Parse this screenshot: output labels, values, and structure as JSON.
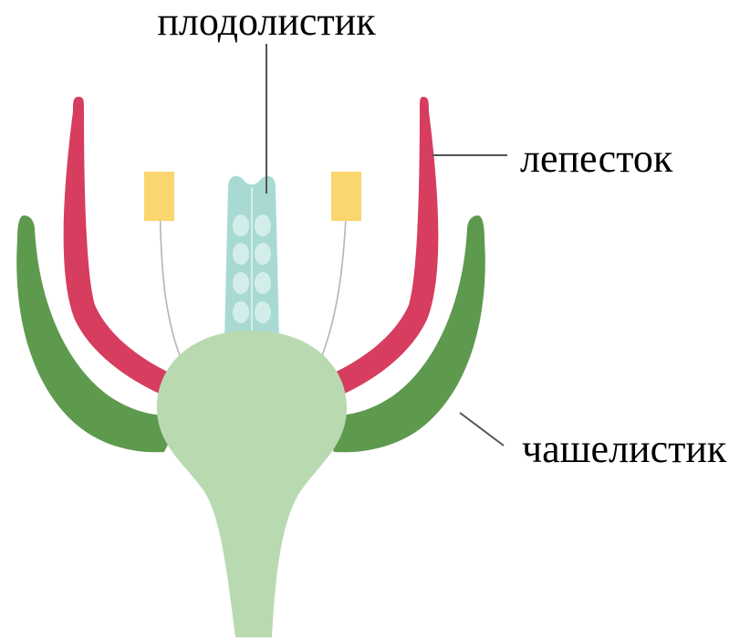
{
  "labels": {
    "carpel": "плодолистик",
    "petal": "лепесток",
    "sepal": "чашелистик"
  },
  "colors": {
    "sepal": "#5e9a4e",
    "petal": "#d63d5f",
    "receptacle": "#b9dab1",
    "carpel": "#a8dad3",
    "ovule": "#d3eeea",
    "anther": "#fad66f",
    "filament": "#b5b5b5",
    "leader": "#555555"
  }
}
